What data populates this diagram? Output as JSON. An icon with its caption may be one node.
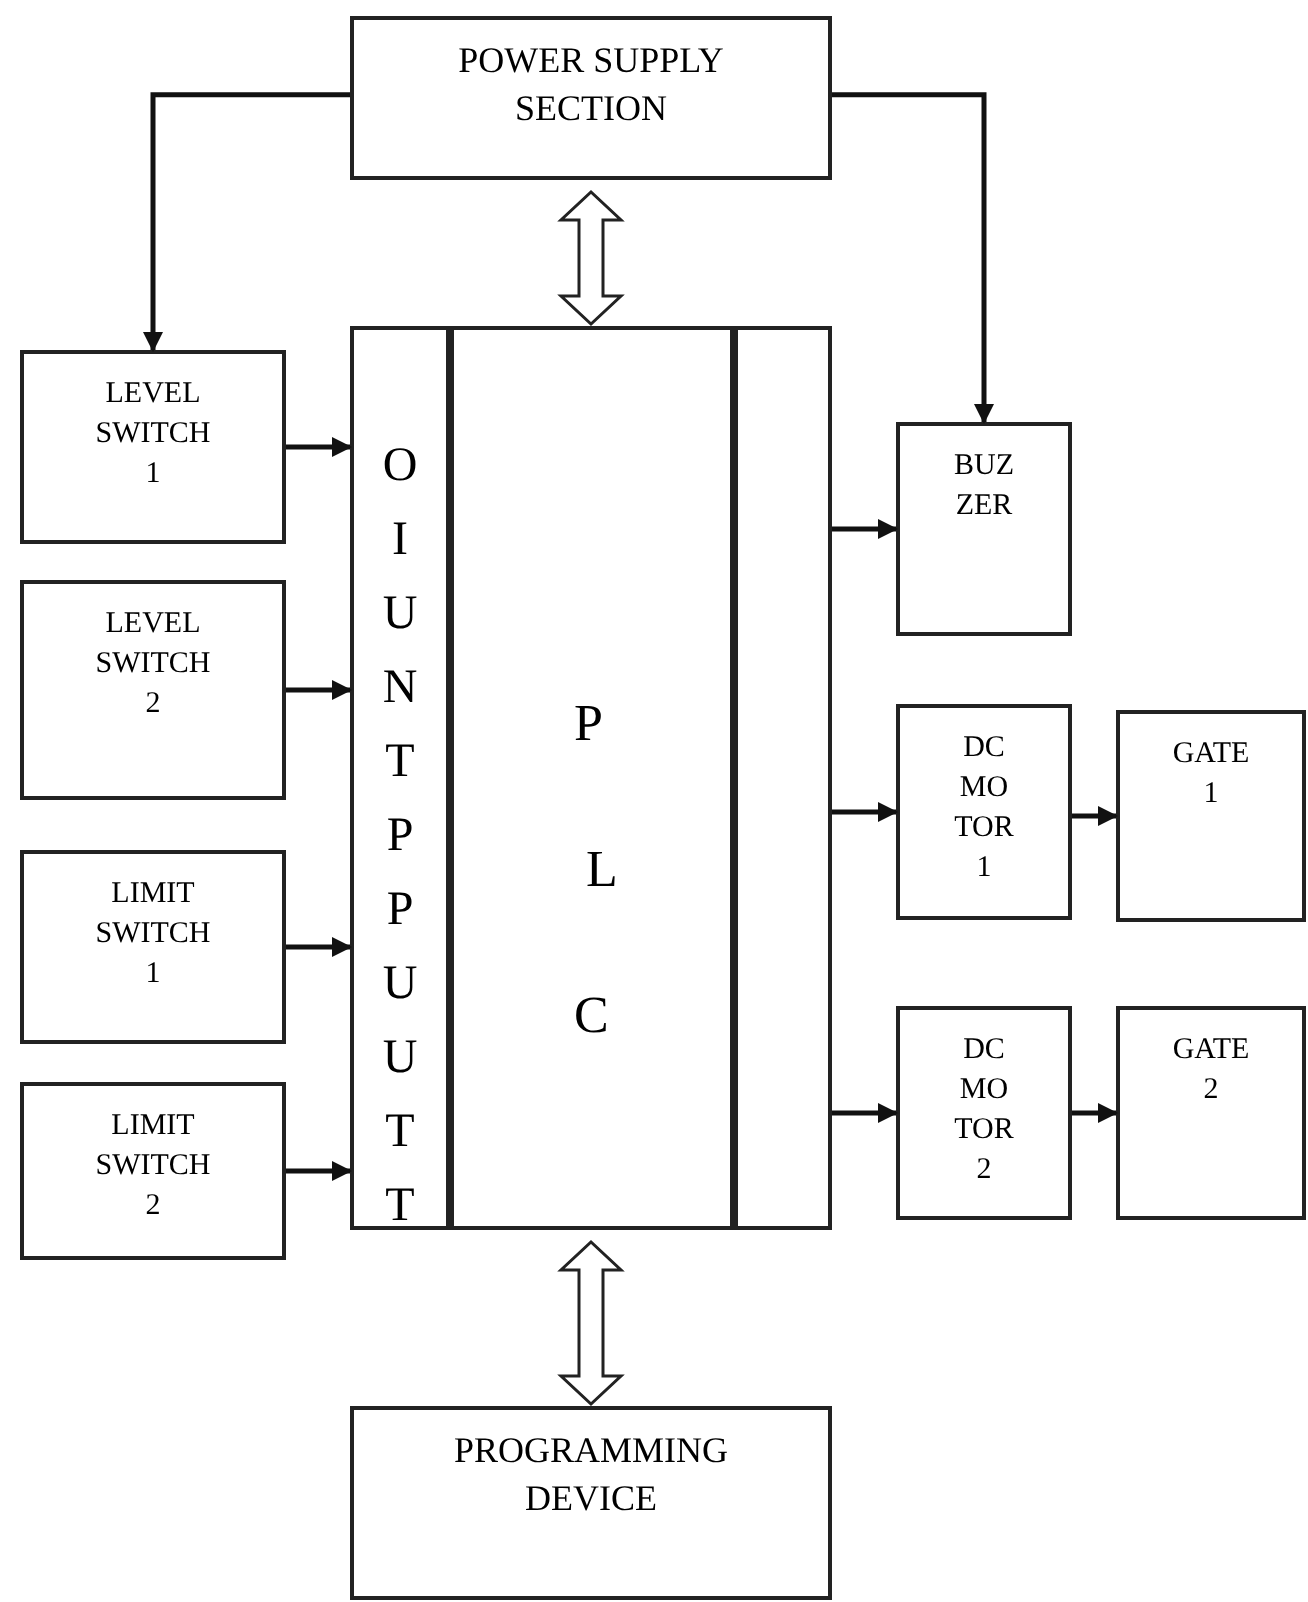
{
  "diagram": {
    "nodes": [
      {
        "text": [
          "POWER SUPPLY SECTION"
        ]
      },
      {
        "text": [],
        "shape": "box"
      },
      {
        "text": [
          "OIUNTPPUUTT"
        ],
        "in": 1
      },
      {
        "text": [
          "P L C"
        ],
        "in": 1
      },
      {
        "text": [],
        "shape": "box",
        "in": 1
      },
      {
        "text": [
          "LEVEL SWITCH 1"
        ]
      },
      {
        "text": [
          "LEVEL SWITCH 2"
        ]
      },
      {
        "text": [
          "LIMIT SWITCH 1"
        ]
      },
      {
        "text": [
          "LIMIT SWITCH 2"
        ]
      },
      {
        "text": [
          "BUZ ZER"
        ]
      },
      {
        "text": [
          "DC MO TOR 1"
        ]
      },
      {
        "text": [
          "GATE 1"
        ]
      },
      {
        "text": [
          "DC MO TOR 2"
        ]
      },
      {
        "text": [
          "GATE 2"
        ]
      },
      {
        "text": [
          "PROGRAMMING DEVICE"
        ]
      }
    ],
    "edges": [
      {
        "from": 0,
        "to": 5,
        "arrow": "to"
      },
      {
        "from": 0,
        "to": 9,
        "arrow": "to"
      },
      {
        "from": 0,
        "to": 1,
        "arrow": "both",
        "style": "thick"
      },
      {
        "from": 5,
        "to": 2,
        "arrow": "to"
      },
      {
        "from": 6,
        "to": 2,
        "arrow": "to"
      },
      {
        "from": 7,
        "to": 2,
        "arrow": "to"
      },
      {
        "from": 8,
        "to": 2,
        "arrow": "to"
      },
      {
        "from": 4,
        "to": 9,
        "arrow": "to"
      },
      {
        "from": 4,
        "to": 10,
        "arrow": "to"
      },
      {
        "from": 4,
        "to": 12,
        "arrow": "to"
      },
      {
        "from": 10,
        "to": 11,
        "arrow": "to"
      },
      {
        "from": 12,
        "to": 13,
        "arrow": "to"
      },
      {
        "from": 1,
        "to": 14,
        "arrow": "both",
        "style": "thick"
      }
    ]
  }
}
